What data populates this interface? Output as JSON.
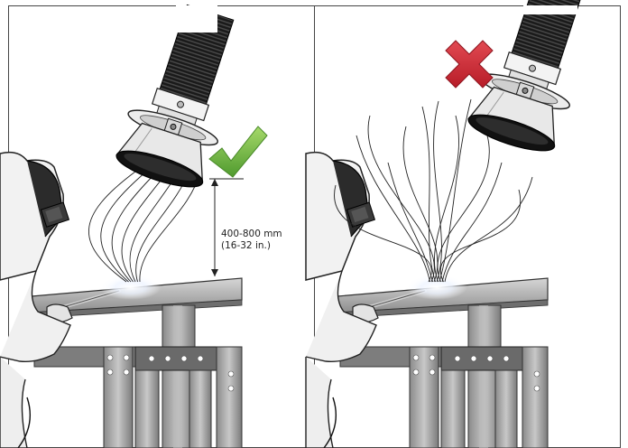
{
  "panels": [
    {
      "id": "correct",
      "status": "correct",
      "status_icon": "checkmark-icon",
      "status_color": "#6ab04c"
    },
    {
      "id": "incorrect",
      "status": "incorrect",
      "status_icon": "cross-icon",
      "status_color": "#cc2b36"
    }
  ],
  "measurement": {
    "metric": "400-800 mm",
    "imperial": "(16-32 in.)"
  },
  "colors": {
    "frame": "#444444",
    "hood_dark": "#1c1c1c",
    "hood_ring": "#e8e8e8",
    "table_steel": "#9a9a9a",
    "fume": "#222222"
  }
}
